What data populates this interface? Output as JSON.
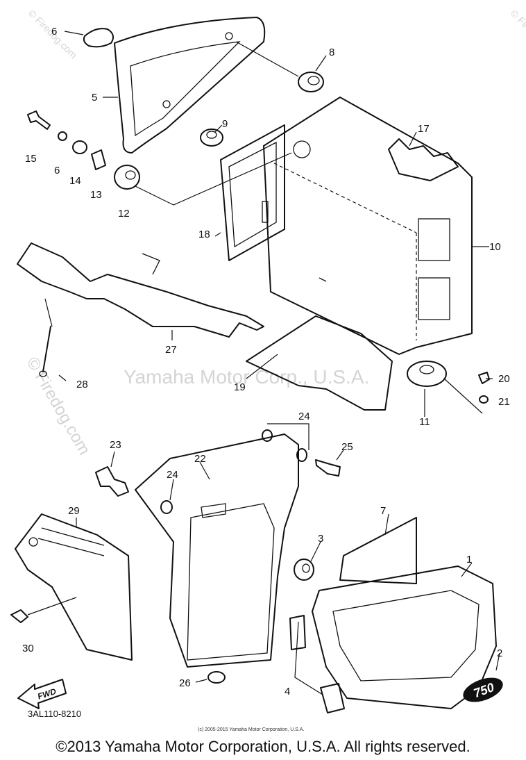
{
  "watermarks": {
    "center": "Yamaha Motor Corp., U.S.A.",
    "side": "© Firedog.com"
  },
  "diagram_code": "3AL110-8210",
  "fwd_label": "FWD",
  "emblem_label": "750",
  "small_copyright": "(c) 2005-2015 Yamaha Motor Corporation, U.S.A.",
  "footer_copyright": "©2013 Yamaha Motor Corporation, U.S.A. All rights reserved.",
  "callouts": {
    "c1": "1",
    "c2": "2",
    "c3": "3",
    "c4": "4",
    "c5": "5",
    "c6a": "6",
    "c6b": "6",
    "c7": "7",
    "c8": "8",
    "c9": "9",
    "c10": "10",
    "c11": "11",
    "c12": "12",
    "c13": "13",
    "c14": "14",
    "c15": "15",
    "c17": "17",
    "c18": "18",
    "c19": "19",
    "c20": "20",
    "c21": "21",
    "c22": "22",
    "c23": "23",
    "c24a": "24",
    "c24b": "24",
    "c25": "25",
    "c26": "26",
    "c27": "27",
    "c28": "28",
    "c29": "29",
    "c30": "30"
  }
}
